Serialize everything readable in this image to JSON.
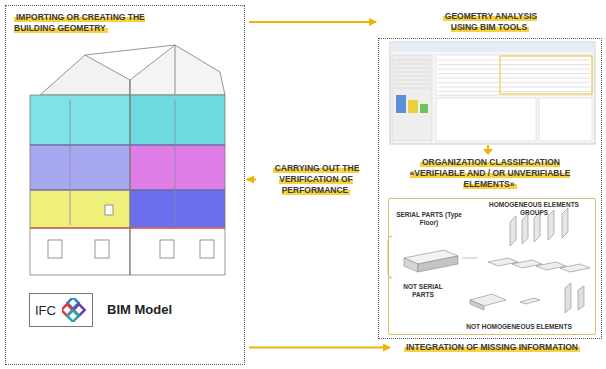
{
  "diagram": {
    "nodes": [
      {
        "text": [
          "IMPORTING OR CREATING THE BUILDING GEOMETRY"
        ]
      },
      {
        "text": [
          "IFC"
        ],
        "in": 0
      },
      {
        "text": [
          "CARRYING OUT THE VERIFICATION OF PERFORMANCE"
        ]
      },
      {
        "text": [
          "GEOMETRY ANALYSIS USING BIM TOOLS"
        ]
      },
      {
        "text": [
          "ORGANIZATION CLASSIFICATION «VERIFIABLE AND / OR UNVERIFIABLE ELEMENTS»"
        ],
        "in": 3
      },
      {
        "text": [
          "SERIAL PARTS (Type Floor)",
          "HOMOGENEOUS ELEMENTS GROUPS",
          "NOT SERIAL PARTS",
          "NOT HOMOGENEOUS ELEMENTS"
        ],
        "in": 3
      },
      {
        "text": [
          "INTEGRATION OF MISSING INFORMATION"
        ]
      }
    ],
    "edges": [
      {
        "from": 0,
        "to": 3,
        "arrow": "to"
      },
      {
        "from": 2,
        "to": 0,
        "arrow": "to"
      },
      {
        "from": 0,
        "to": 6,
        "arrow": "to"
      }
    ],
    "labels": [
      "BIM Model"
    ]
  }
}
